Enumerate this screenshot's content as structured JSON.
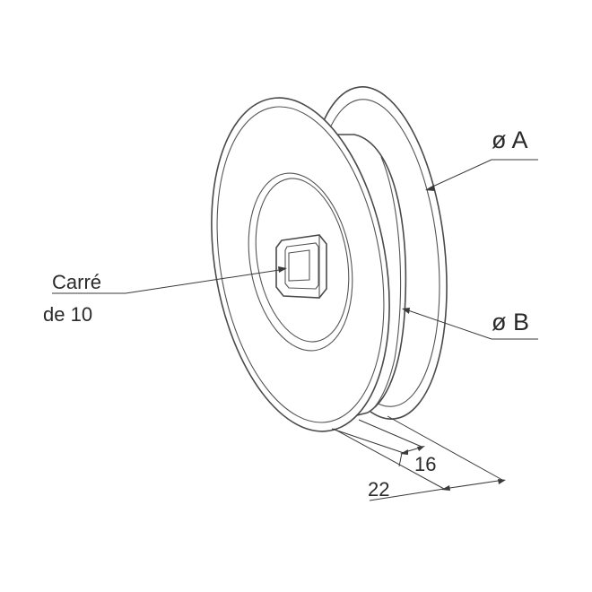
{
  "labels": {
    "diameter_a": "ø A",
    "diameter_b": "ø B",
    "square_line1": "Carré",
    "square_line2": "de 10",
    "dim_16": "16",
    "dim_22": "22"
  }
}
